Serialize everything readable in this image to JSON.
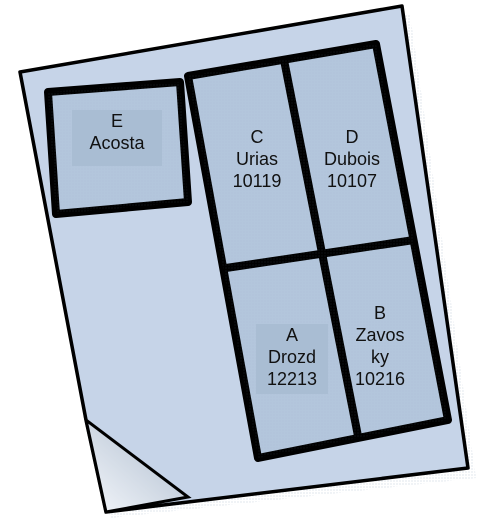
{
  "colors": {
    "sheet": "#c6d4e8",
    "room": "#b3c6dc",
    "label_bg": "#a9bdd3",
    "outline": "#000000",
    "page_curl": "#d9e3ef"
  },
  "rooms": {
    "E": {
      "letter": "E",
      "name": "Acosta",
      "number": ""
    },
    "C": {
      "letter": "C",
      "name": "Urias",
      "number": "10119"
    },
    "D": {
      "letter": "D",
      "name": "Dubois",
      "number": "10107"
    },
    "A": {
      "letter": "A",
      "name": "Drozd",
      "number": "12213"
    },
    "B": {
      "letter": "B",
      "name_line1": "Zavos",
      "name_line2": "ky",
      "number": "10216"
    }
  }
}
